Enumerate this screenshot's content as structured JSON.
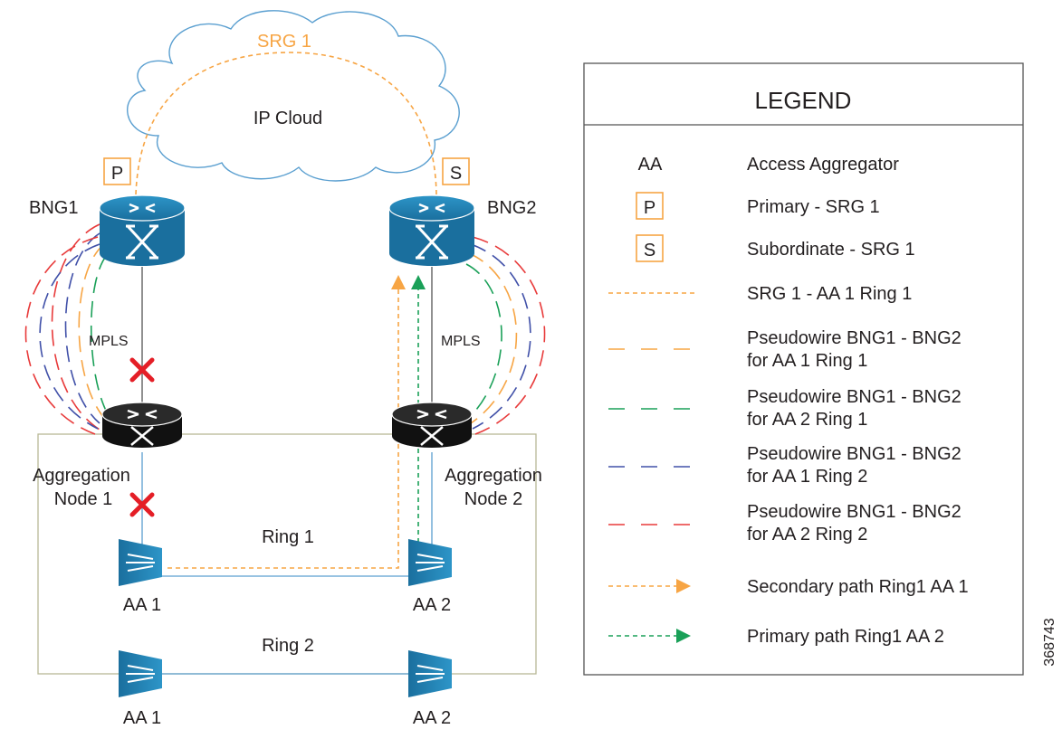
{
  "cloud": {
    "label": "IP Cloud",
    "srg_label": "SRG 1"
  },
  "nodes": {
    "bng1": {
      "label": "BNG1",
      "role_badge": "P"
    },
    "bng2": {
      "label": "BNG2",
      "role_badge": "S"
    },
    "agg1": {
      "label_line1": "Aggregation",
      "label_line2": "Node 1"
    },
    "agg2": {
      "label_line1": "Aggregation",
      "label_line2": "Node 2"
    },
    "ring1_aa1": {
      "label": "AA 1"
    },
    "ring1_aa2": {
      "label": "AA 2"
    },
    "ring2_aa1": {
      "label": "AA 1"
    },
    "ring2_aa2": {
      "label": "AA 2"
    }
  },
  "links": {
    "mpls_left": "MPLS",
    "mpls_right": "MPLS"
  },
  "rings": {
    "ring1": "Ring 1",
    "ring2": "Ring 2"
  },
  "legend": {
    "title": "LEGEND",
    "items": [
      {
        "symbol": "AA",
        "line1": "Access Aggregator"
      },
      {
        "symbol": "P",
        "line1": "Primary - SRG 1"
      },
      {
        "symbol": "S",
        "line1": "Subordinate - SRG 1"
      },
      {
        "line1": "SRG 1 - AA 1 Ring 1"
      },
      {
        "line1": "Pseudowire BNG1 - BNG2",
        "line2": "for AA 1 Ring 1"
      },
      {
        "line1": "Pseudowire BNG1 - BNG2",
        "line2": "for AA 2 Ring 1"
      },
      {
        "line1": "Pseudowire BNG1 - BNG2",
        "line2": "for AA 1 Ring 2"
      },
      {
        "line1": "Pseudowire BNG1 - BNG2",
        "line2": "for AA 2 Ring 2"
      },
      {
        "line1": "Secondary path Ring1 AA 1"
      },
      {
        "line1": "Primary path Ring1 AA 2"
      }
    ]
  },
  "figure_id": "368743",
  "colors": {
    "orange": "#f7a544",
    "green": "#1aa058",
    "blue": "#4050a8",
    "red": "#e83a3a",
    "router_blue": "#1d7fb3",
    "cloud_stroke": "#5a9fd0",
    "ring_box": "#b8b896",
    "ring_link": "#5a9fd0",
    "fail_red": "#e41e26"
  }
}
